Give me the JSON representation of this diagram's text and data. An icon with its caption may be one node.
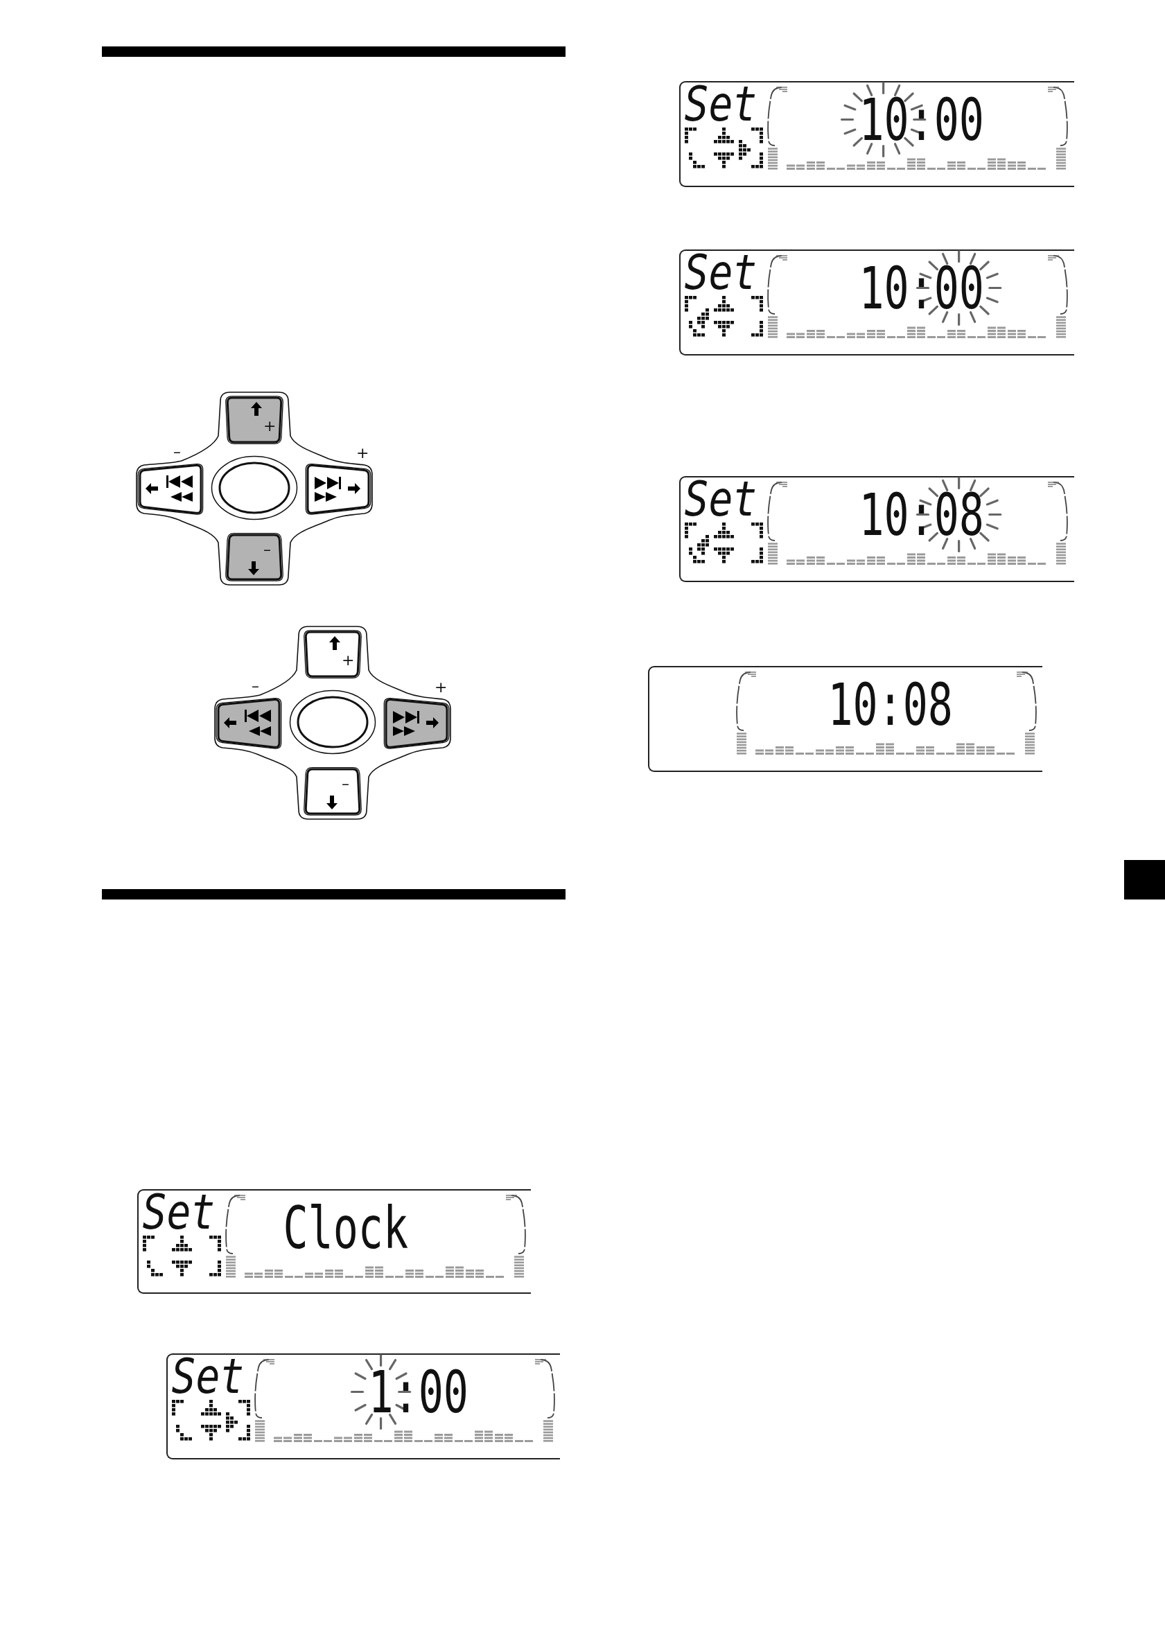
{
  "diagram": {
    "nodes": [
      {
        "text": [],
        "shape": "bar"
      },
      {
        "text": [],
        "shape": "cross"
      },
      {
        "text": [
          "+"
        ],
        "in": 1
      },
      {
        "text": [],
        "shape": "box",
        "in": 1,
        "beside": [
          "–"
        ]
      },
      {
        "text": [],
        "shape": "ellipse",
        "in": 1
      },
      {
        "text": [],
        "shape": "box",
        "in": 1,
        "beside": [
          "+"
        ]
      },
      {
        "text": [
          "–"
        ],
        "in": 1
      },
      {
        "text": [],
        "shape": "cross"
      },
      {
        "text": [
          "+"
        ],
        "in": 7
      },
      {
        "text": [],
        "shape": "box",
        "in": 7,
        "beside": [
          "–"
        ]
      },
      {
        "text": [],
        "shape": "ellipse",
        "in": 7
      },
      {
        "text": [],
        "shape": "box",
        "in": 7,
        "beside": [
          "+"
        ]
      },
      {
        "text": [
          "–"
        ],
        "in": 7
      },
      {
        "text": [
          "Set",
          "10:00"
        ]
      },
      {
        "text": [
          "Set",
          "10:00"
        ]
      },
      {
        "text": [
          "Set",
          "10:08"
        ]
      },
      {
        "text": [
          "10:08"
        ]
      },
      {
        "text": [],
        "shape": "bar"
      },
      {
        "text": [
          "Set",
          "Clock"
        ]
      },
      {
        "text": [
          "Set",
          "1:00"
        ]
      }
    ]
  }
}
